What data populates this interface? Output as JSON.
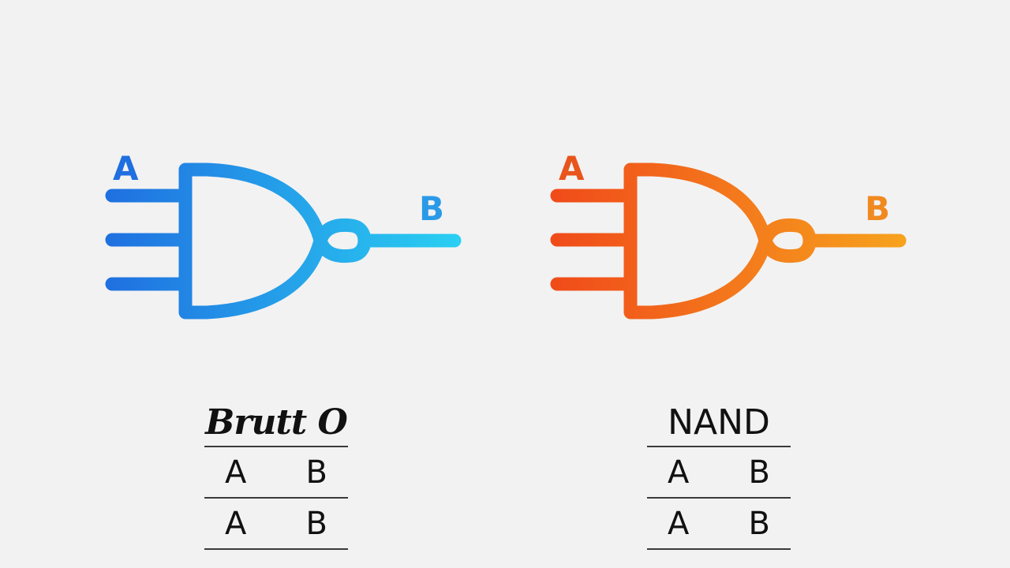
{
  "gates": [
    {
      "id": "left",
      "input_label": "A",
      "output_label": "B",
      "color_start": "#1f6fe0",
      "color_end": "#2ad0f2"
    },
    {
      "id": "right",
      "input_label": "A",
      "output_label": "B",
      "color_start": "#f04a1a",
      "color_end": "#f7a31d"
    }
  ],
  "tables": [
    {
      "title": "Brutt O",
      "rows": [
        [
          "A",
          "B"
        ],
        [
          "A",
          "B"
        ]
      ]
    },
    {
      "title": "NAND",
      "rows": [
        [
          "A",
          "B"
        ],
        [
          "A",
          "B"
        ]
      ]
    }
  ]
}
